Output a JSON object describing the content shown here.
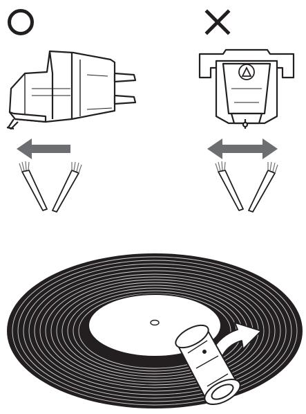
{
  "symbols": {
    "correct": "circle-mark",
    "incorrect": "cross-mark"
  },
  "panels": [
    {
      "id": "correct-method",
      "mark": "circle-mark",
      "cartridge_view": "side",
      "arrow": "one-direction-back-to-front",
      "brush": "stylus-brush"
    },
    {
      "id": "incorrect-method",
      "mark": "cross-mark",
      "cartridge_view": "front",
      "arrow": "side-to-side",
      "brush": "stylus-brush"
    }
  ],
  "record_cleaning": {
    "object": "vinyl-record",
    "tool": "record-cleaning-roller",
    "arrow": "follow-groove-direction"
  },
  "colors": {
    "ink": "#231f20",
    "arrow_gray": "#6d6e71",
    "light_gray": "#d9d9d9",
    "record": "#231f20",
    "label": "#ffffff"
  }
}
